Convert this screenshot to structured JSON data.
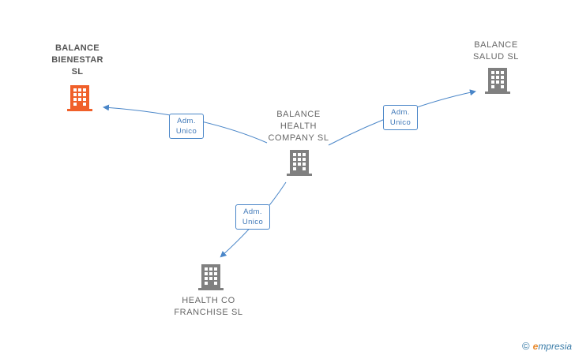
{
  "nodes": {
    "center": {
      "label": "BALANCE\nHEALTH\nCOMPANY  SL",
      "color": "#808080"
    },
    "top_left": {
      "label": "BALANCE\nBIENESTAR\nSL",
      "color": "#f0602a"
    },
    "top_right": {
      "label": "BALANCE\nSALUD  SL",
      "color": "#808080"
    },
    "bottom": {
      "label": "HEALTH CO\nFRANCHISE  SL",
      "color": "#808080"
    }
  },
  "edges": {
    "to_top_left": {
      "line1": "Adm.",
      "line2": "Unico"
    },
    "to_top_right": {
      "line1": "Adm.",
      "line2": "Unico"
    },
    "to_bottom": {
      "line1": "Adm.",
      "line2": "Unico"
    }
  },
  "colors": {
    "edge": "#4a86c8"
  },
  "brand": {
    "copyright": "©",
    "name_initial": "e",
    "name_rest": "mpresia"
  }
}
